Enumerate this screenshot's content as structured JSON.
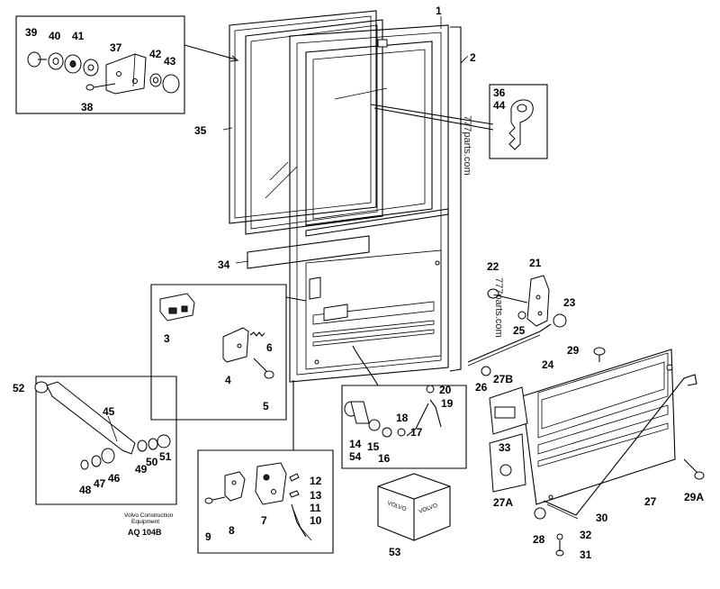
{
  "labels": {
    "l1": "1",
    "l2": "2",
    "l3": "3",
    "l4": "4",
    "l5": "5",
    "l6": "6",
    "l7": "7",
    "l8": "8",
    "l9": "9",
    "l10": "10",
    "l11": "11",
    "l12": "12",
    "l13": "13",
    "l14": "14",
    "l15": "15",
    "l16": "16",
    "l17": "17",
    "l18": "18",
    "l19": "19",
    "l20": "20",
    "l21": "21",
    "l22": "22",
    "l23": "23",
    "l24": "24",
    "l25": "25",
    "l26": "26",
    "l27": "27",
    "l27a": "27A",
    "l27b": "27B",
    "l28": "28",
    "l29": "29",
    "l29a": "29A",
    "l30": "30",
    "l31": "31",
    "l32": "32",
    "l33": "33",
    "l34": "34",
    "l35": "35",
    "l36": "36",
    "l37": "37",
    "l38": "38",
    "l39": "39",
    "l40": "40",
    "l41": "41",
    "l42": "42",
    "l43": "43",
    "l44": "44",
    "l45": "45",
    "l46": "46",
    "l47": "47",
    "l48": "48",
    "l49": "49",
    "l50": "50",
    "l51": "51",
    "l52": "52",
    "l53": "53",
    "l54": "54"
  },
  "caption": {
    "line1": "Volvo Construction",
    "line2": "Equipment",
    "code": "AQ 104B"
  },
  "watermarks": {
    "w1": "777parts.com",
    "w2": "777parts.com"
  },
  "box_logo": "VOLVO"
}
